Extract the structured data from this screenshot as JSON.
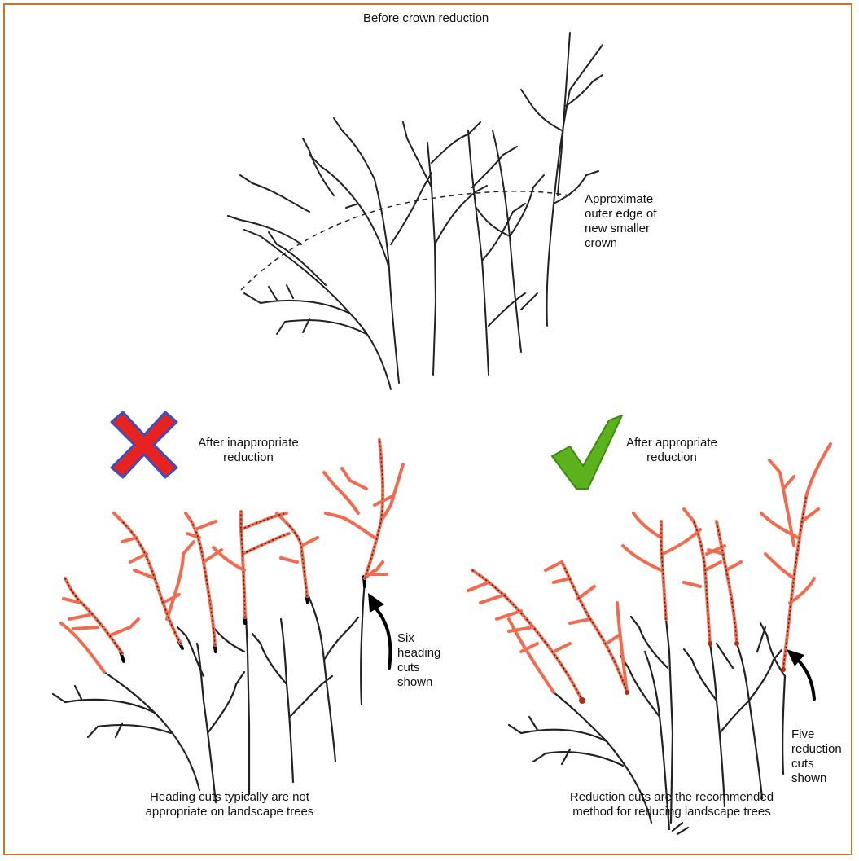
{
  "top": {
    "title": "Before crown reduction",
    "annotation": "Approximate\nouter edge of\nnew smaller\ncrown"
  },
  "left_panel": {
    "label": "After inappropriate\nreduction",
    "callout": "Six\nheading\ncuts\nshown",
    "caption": "Heading cuts typically are not\nappropriate on landscape trees",
    "marker_icon": "red-x-icon"
  },
  "right_panel": {
    "label": "After appropriate\nreduction",
    "callout": "Five\nreduction\ncuts\nshown",
    "caption": "Reduction cuts are the recommended\nmethod for reducing landscape trees",
    "marker_icon": "green-check-icon"
  },
  "colors": {
    "frame": "#c8762a",
    "removed_branches": "#f26b4e",
    "trunk": "#222222",
    "x_mark": "#e8231f",
    "x_outline": "#3a4fc0",
    "check_mark": "#5bb21d"
  }
}
